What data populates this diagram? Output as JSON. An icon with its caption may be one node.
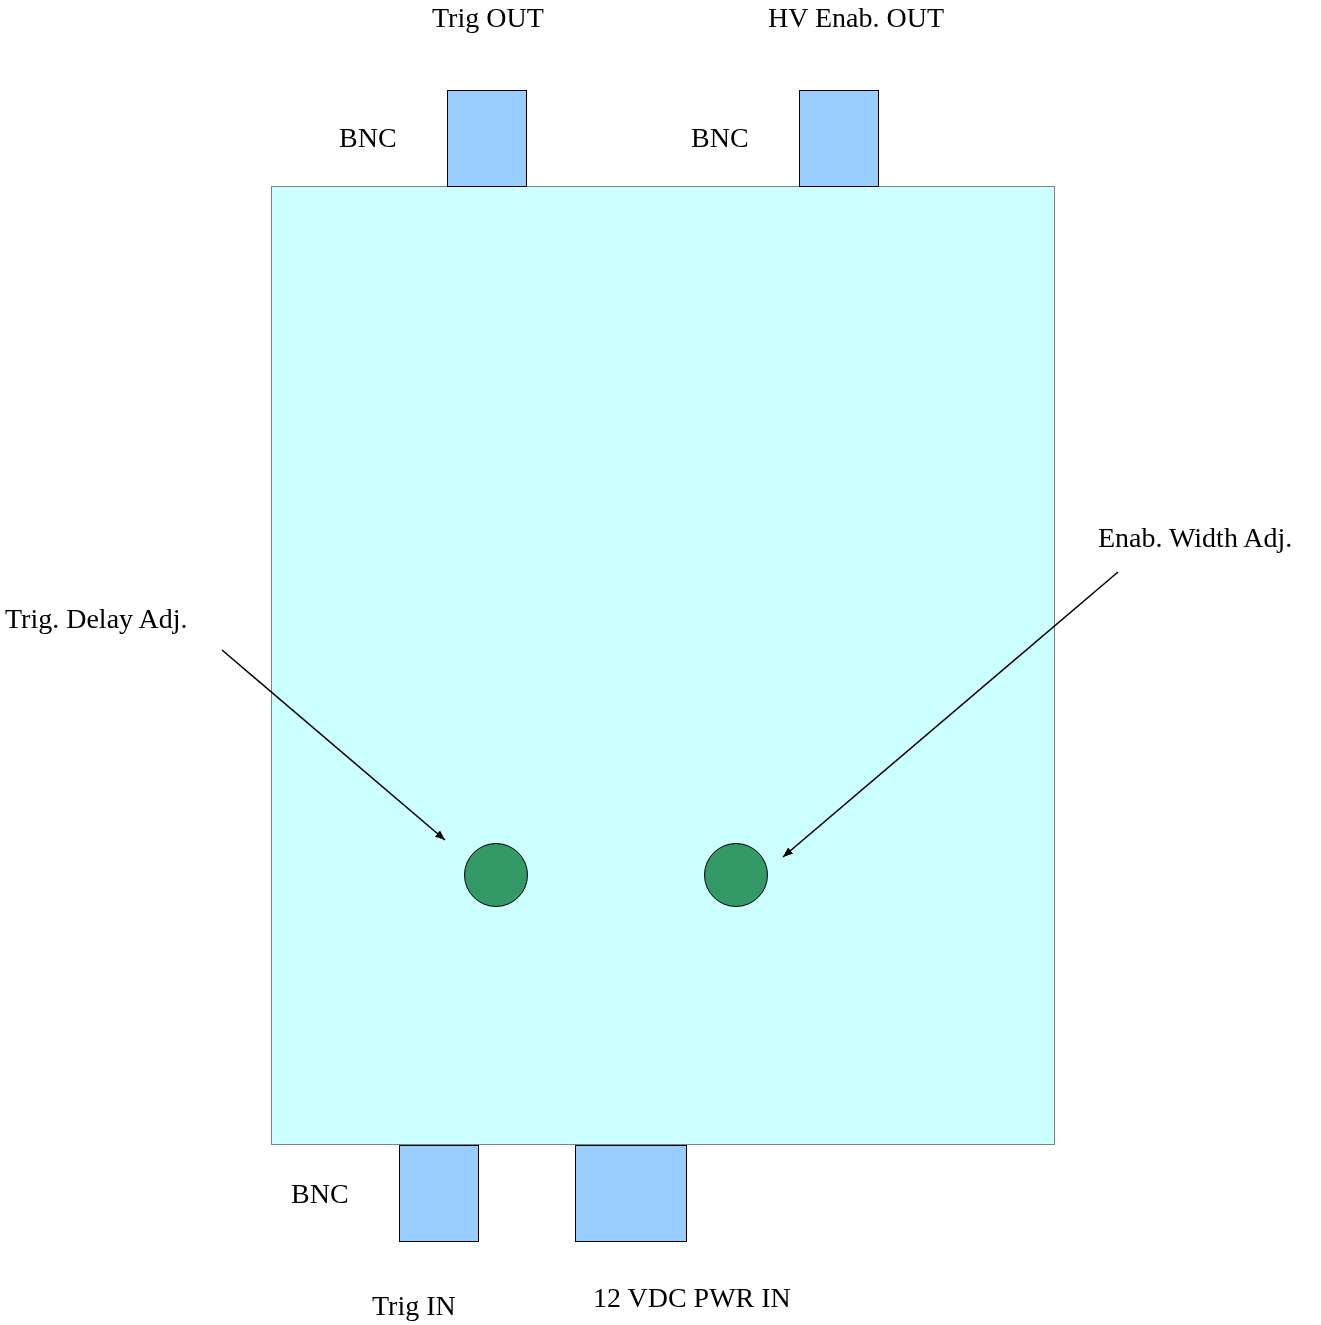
{
  "diagram": {
    "nodes": [
      {
        "text": [],
        "shape": "box"
      },
      {
        "text": [],
        "shape": "box",
        "beside": [
          "Trig OUT",
          "BNC"
        ]
      },
      {
        "text": [],
        "shape": "box",
        "beside": [
          "HV Enab. OUT",
          "BNC"
        ]
      },
      {
        "text": [
          "Enab. Width Adj."
        ]
      },
      {
        "text": [
          "Trig. Delay Adj."
        ]
      },
      {
        "text": [],
        "shape": "circle",
        "in": 0
      },
      {
        "text": [],
        "shape": "circle",
        "in": 0
      },
      {
        "text": [],
        "shape": "box",
        "beside": [
          "BNC",
          "Trig IN"
        ]
      },
      {
        "text": [],
        "shape": "box",
        "beside": [
          "12 VDC PWR IN"
        ]
      }
    ],
    "edges": [
      {
        "from": 4,
        "to": 5,
        "arrow": "to"
      },
      {
        "from": 3,
        "to": 6,
        "arrow": "to"
      }
    ]
  }
}
